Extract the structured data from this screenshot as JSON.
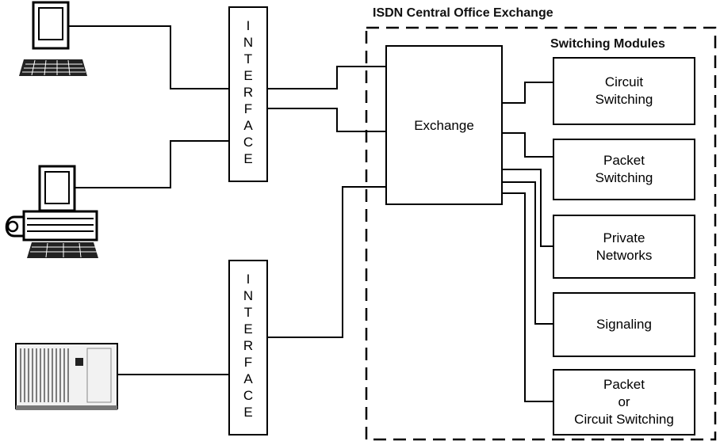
{
  "title": "ISDN Central Office Exchange",
  "modules_heading": "Switching Modules",
  "interface_top": [
    "I",
    "N",
    "T",
    "E",
    "R",
    "F",
    "A",
    "C",
    "E"
  ],
  "interface_bottom": [
    "I",
    "N",
    "T",
    "E",
    "R",
    "F",
    "A",
    "C",
    "E"
  ],
  "exchange_label": "Exchange",
  "modules": [
    {
      "lines": [
        "Circuit",
        "Switching"
      ]
    },
    {
      "lines": [
        "Packet",
        "Switching"
      ]
    },
    {
      "lines": [
        "Private",
        "Networks"
      ]
    },
    {
      "lines": [
        "Signaling"
      ]
    },
    {
      "lines": [
        "Packet",
        "or",
        "Circuit Switching"
      ]
    }
  ],
  "devices": [
    "computer-terminal-icon",
    "computer-with-phone-icon",
    "mainframe-cabinet-icon"
  ]
}
